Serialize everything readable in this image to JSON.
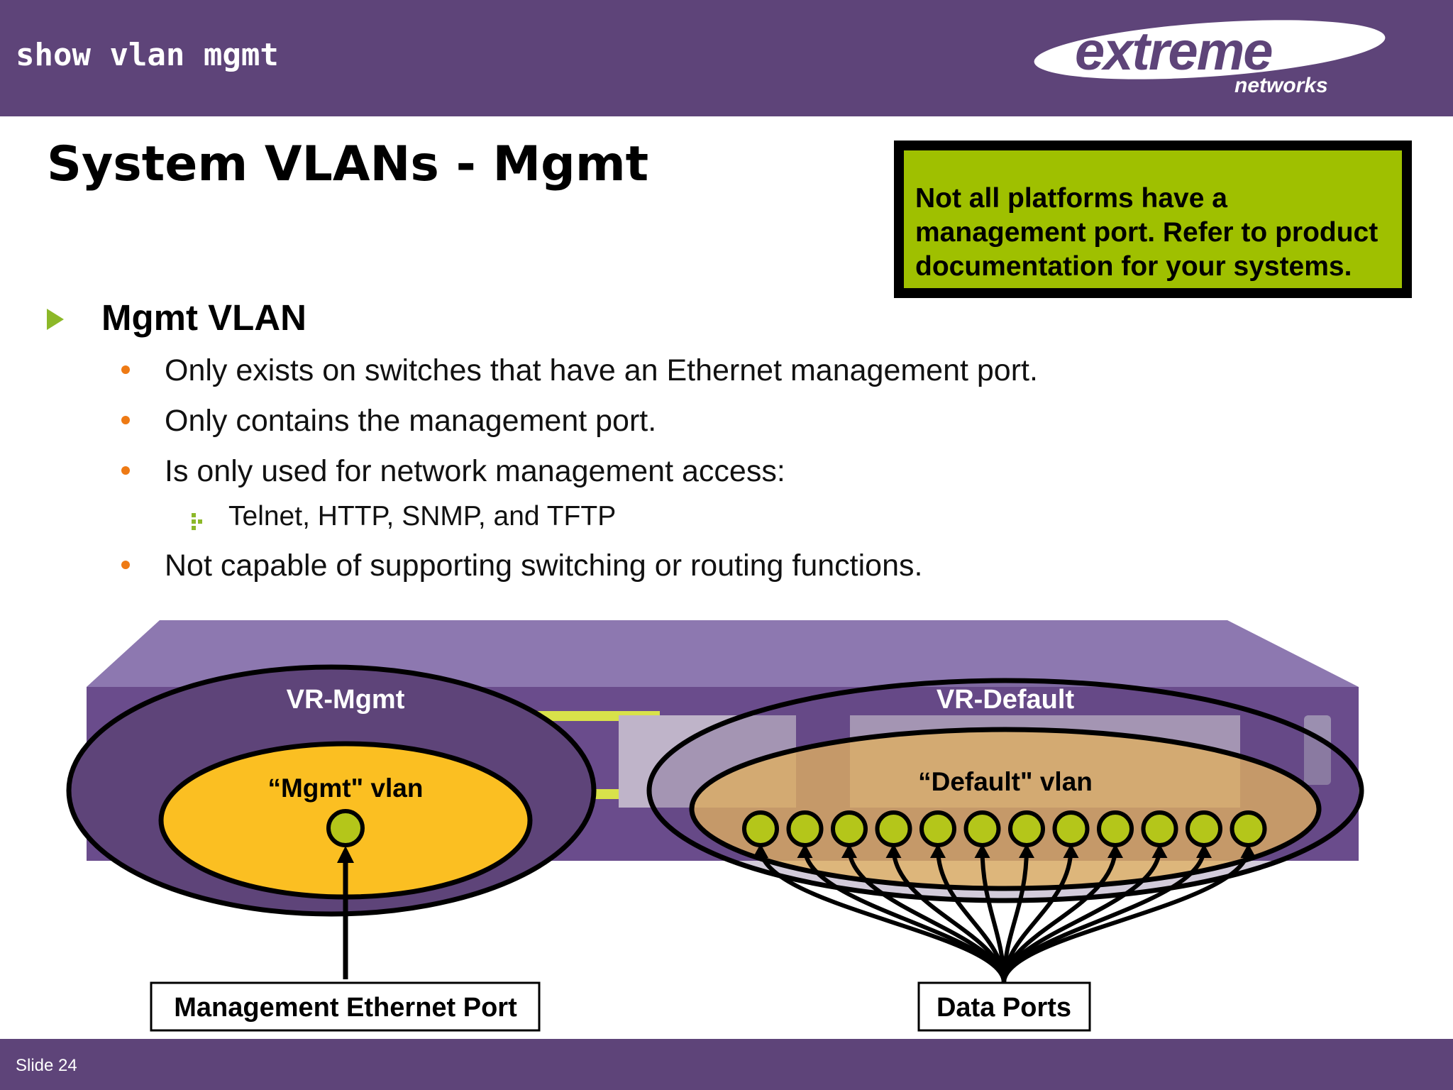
{
  "header": {
    "command": "show vlan mgmt",
    "logo_main": "extreme",
    "logo_sub": "networks"
  },
  "slide": {
    "title": "System VLANs - Mgmt",
    "note_lines": [
      "Not all platforms have a",
      "management port.  Refer to product",
      "documentation for your systems."
    ],
    "section_heading": "Mgmt VLAN",
    "bullets": [
      "Only exists on switches that have an Ethernet management port.",
      "Only contains the management port.",
      "Is only used for network management access:",
      "Not capable of supporting switching or routing functions."
    ],
    "sub_bullet": "Telnet, HTTP, SNMP, and TFTP"
  },
  "diagram": {
    "vr_mgmt_label": "VR-Mgmt",
    "mgmt_vlan_label": "“Mgmt\" vlan",
    "vr_default_label": "VR-Default",
    "default_vlan_label": "“Default\" vlan",
    "mgmt_port_label": "Management Ethernet Port",
    "data_ports_label": "Data Ports",
    "data_port_count": 12
  },
  "colors": {
    "header_purple": "#5e4479",
    "note_green": "#9fc000",
    "bullet_orange": "#ee7a14",
    "triangle_green": "#8cb828",
    "mgmt_vlan_yellow": "#fbbf22",
    "port_green": "#b4c61a"
  },
  "footer": {
    "slide_number": "Slide 24"
  }
}
